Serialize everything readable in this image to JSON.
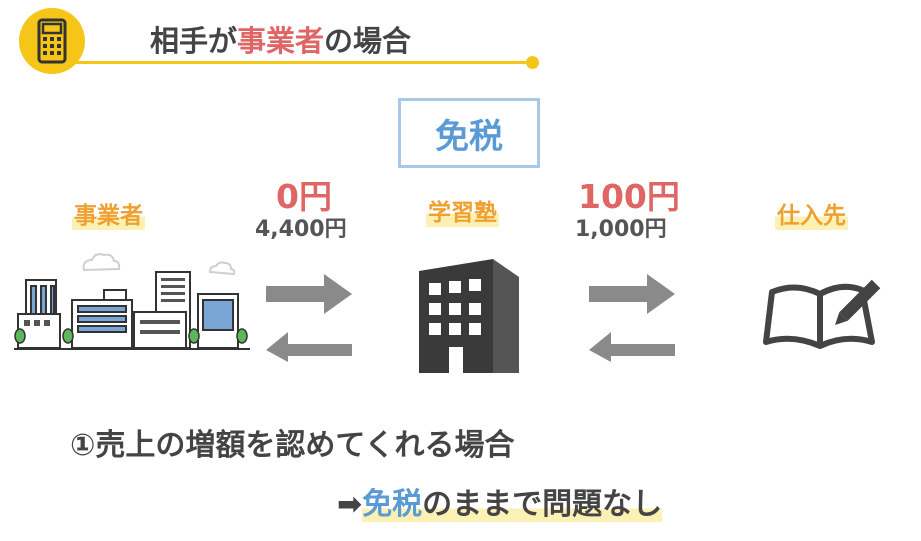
{
  "header": {
    "title_part1": "相手が",
    "title_highlight": "事業者",
    "title_part2": "の場合"
  },
  "tax_status_box": "免税",
  "entities": {
    "left": "事業者",
    "center": "学習塾",
    "right": "仕入先"
  },
  "flows": {
    "left": {
      "main": "0円",
      "sub": "4,400円"
    },
    "right": {
      "main": "100円",
      "sub": "1,000円"
    }
  },
  "case_text": "①売上の増額を認めてくれる場合",
  "conclusion": {
    "arrow": "➡",
    "highlight": "免税",
    "rest": "のままで問題なし"
  },
  "colors": {
    "accent_yellow": "#f5c518",
    "highlight_red": "#e06666",
    "highlight_blue": "#5b9bd5",
    "label_orange": "#f0a030",
    "arrow_gray": "#8a8a8a",
    "building_dark": "#3a3a3a"
  },
  "icons": {
    "header": "calculator-icon",
    "left": "city-buildings-icon",
    "center": "office-building-icon",
    "right": "open-book-pencil-icon"
  }
}
